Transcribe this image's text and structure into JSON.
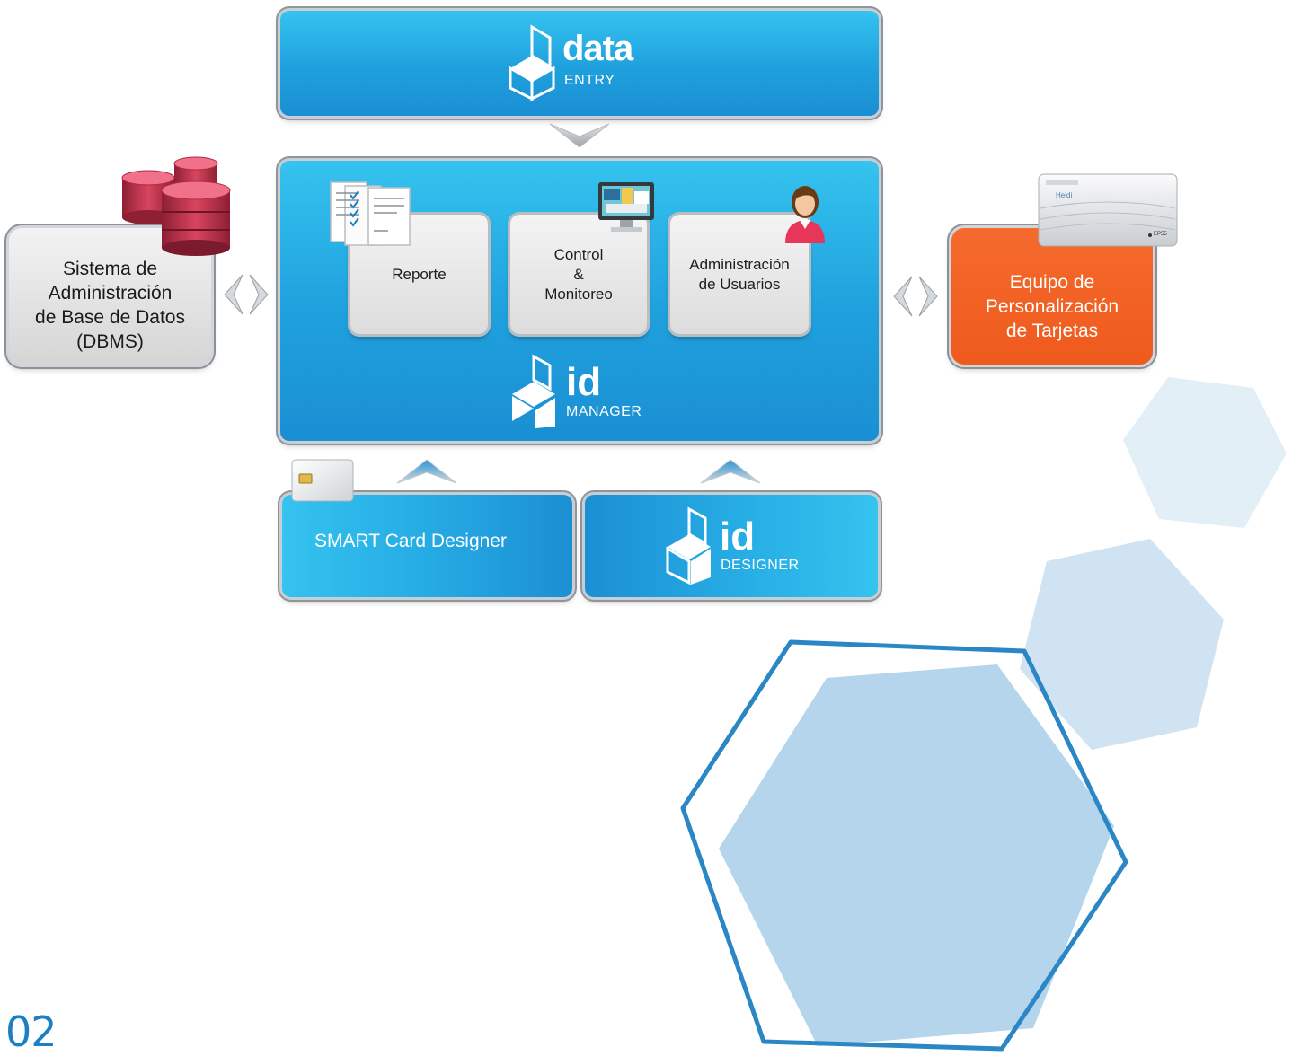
{
  "data_entry": {
    "word": "data",
    "sub": "ENTRY"
  },
  "id_manager": {
    "word": "id",
    "sub": "MANAGER",
    "modules": [
      {
        "label": "Reporte"
      },
      {
        "label_lines": [
          "Control",
          "&",
          "Monitoreo"
        ]
      },
      {
        "label_lines": [
          "Administración",
          "de Usuarios"
        ]
      }
    ]
  },
  "dbms": {
    "lines": [
      "Sistema de",
      "Administración",
      "de Base de Datos",
      "(DBMS)"
    ]
  },
  "equipo": {
    "lines": [
      "Equipo de",
      "Personalización",
      "de Tarjetas"
    ]
  },
  "smart_card": {
    "label": "SMART Card Designer"
  },
  "id_designer": {
    "word": "id",
    "sub": "DESIGNER"
  },
  "printer_brand": "Heidi",
  "printer_model": "EP55",
  "page_number": "02",
  "colors": {
    "brand_blue": "#1fa0dd",
    "accent_orange": "#ef5a1d",
    "hex_light": "#b4d5ec"
  }
}
